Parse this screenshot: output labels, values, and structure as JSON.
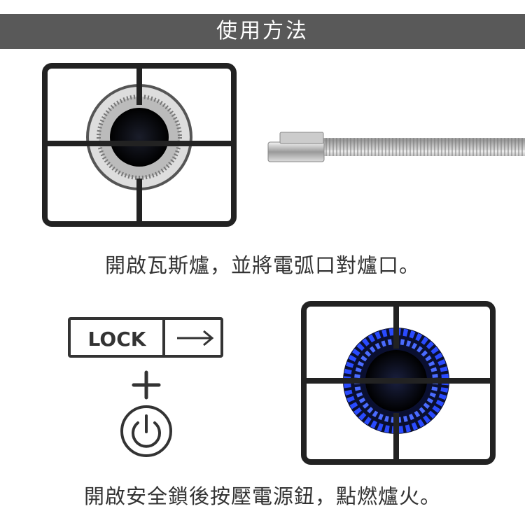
{
  "header": {
    "title": "使用方法"
  },
  "step1": {
    "caption": "開啟瓦斯爐，並將電弧口對爐口。"
  },
  "step2": {
    "caption": "開啟安全鎖後按壓電源鈕，點燃爐火。",
    "lock_label": "LOCK"
  },
  "colors": {
    "header": "#595959",
    "flame": "#2a4bff",
    "grate": "#222222"
  }
}
